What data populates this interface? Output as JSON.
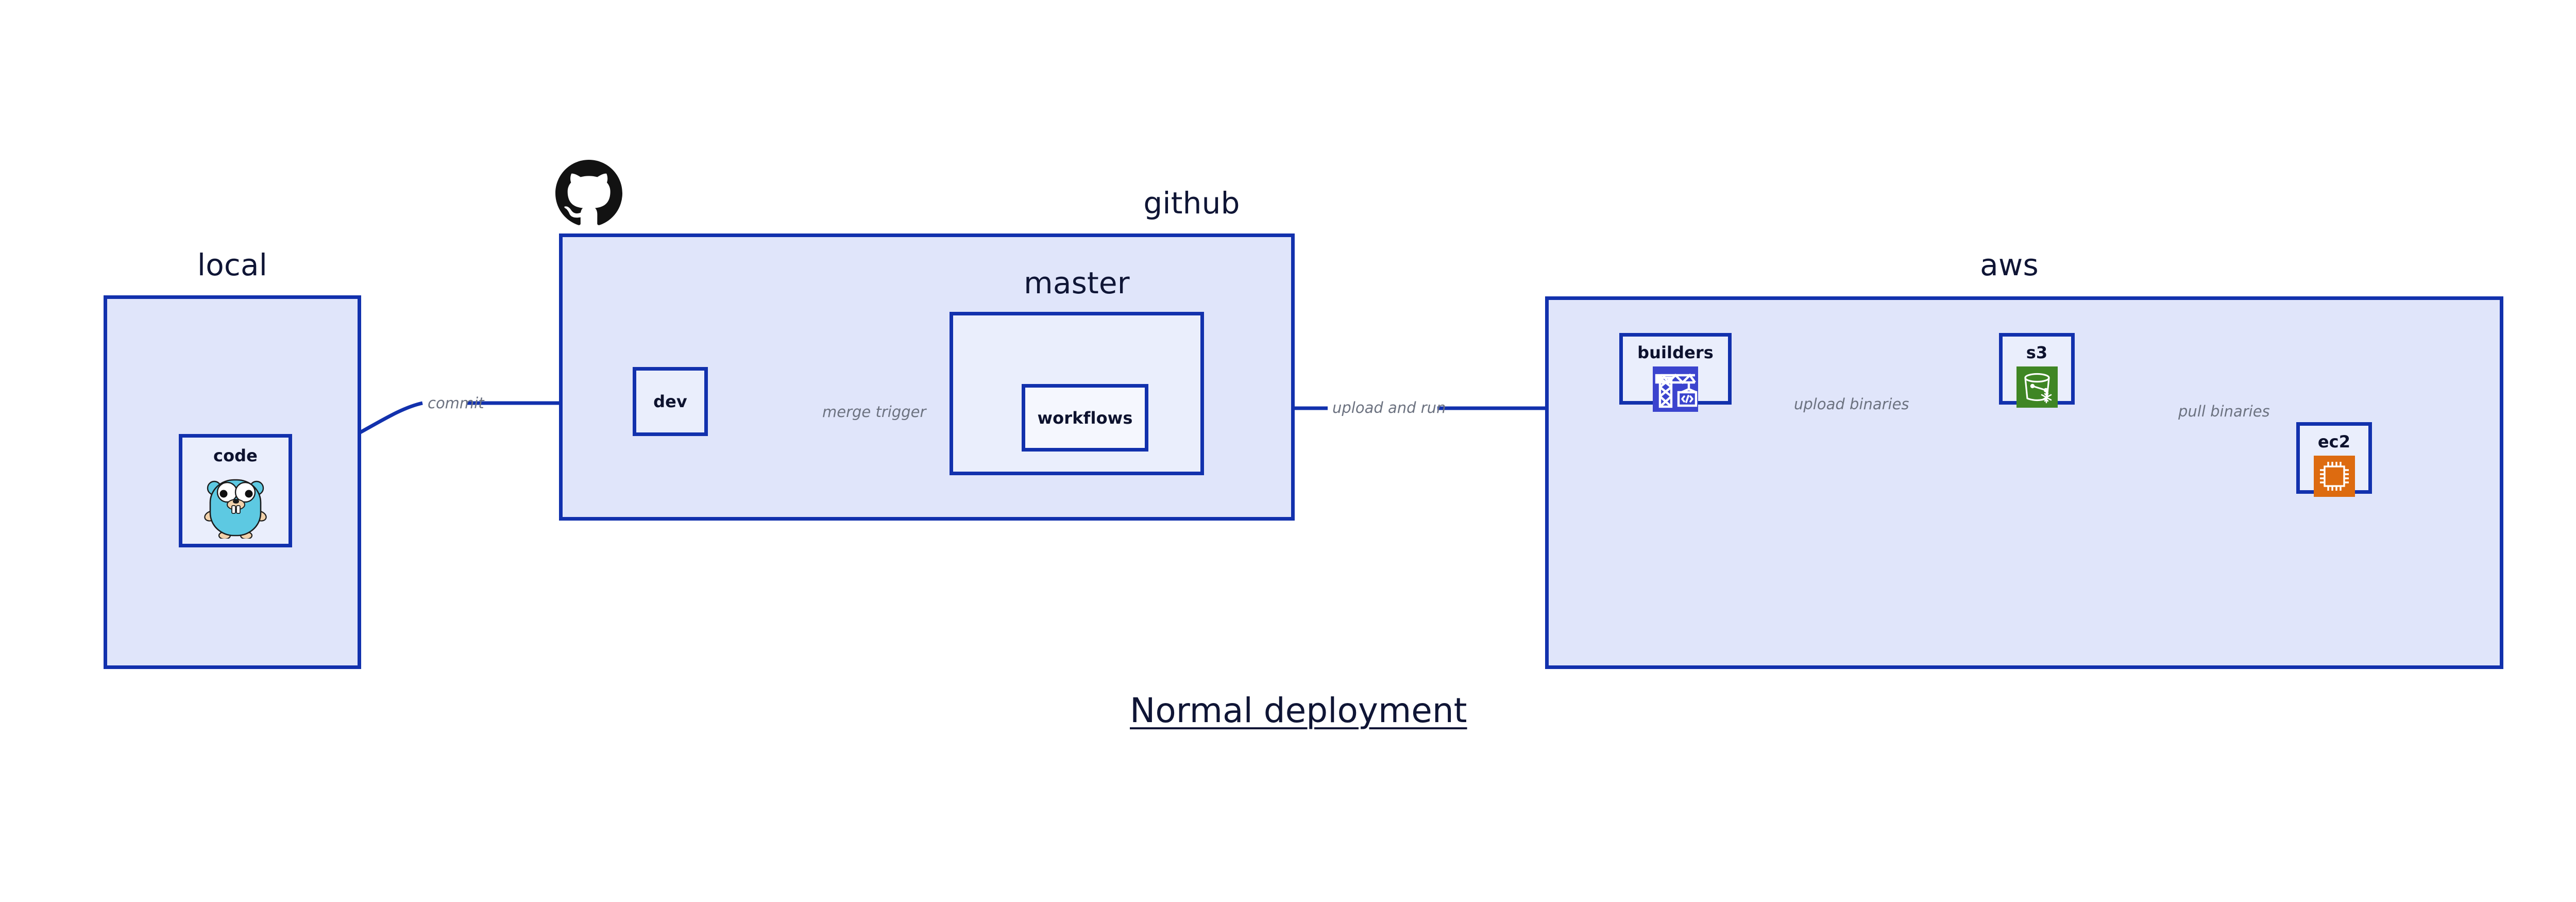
{
  "diagram": {
    "title": "Normal deployment",
    "accent_border": "#1231ad",
    "container_fill": "#e0e5fa",
    "node_fill": "#eaeefc",
    "edge_label_color": "#6c7280",
    "text_color": "#0f1535"
  },
  "groups": {
    "local": {
      "label": "local"
    },
    "github": {
      "label": "github"
    },
    "master": {
      "label": "master"
    },
    "aws": {
      "label": "aws"
    }
  },
  "nodes": {
    "code": {
      "label": "code",
      "icon": "go-gopher-icon"
    },
    "dev": {
      "label": "dev",
      "icon": "none"
    },
    "workflows": {
      "label": "workflows",
      "icon": "none"
    },
    "builders": {
      "label": "builders",
      "icon": "aws-builders-crane-icon",
      "icon_color": "#3b44ce"
    },
    "s3": {
      "label": "s3",
      "icon": "aws-s3-bucket-icon",
      "icon_color": "#3f8624"
    },
    "ec2": {
      "label": "ec2",
      "icon": "aws-ec2-chip-icon",
      "icon_color": "#dd6b10"
    }
  },
  "edges": [
    {
      "id": "commit",
      "label": "commit",
      "from": "code",
      "to": "dev"
    },
    {
      "id": "merge-trigger",
      "label": "merge trigger",
      "from": "dev",
      "to": "workflows"
    },
    {
      "id": "upload-and-run",
      "label": "upload and run",
      "from": "workflows",
      "to": "builders"
    },
    {
      "id": "upload-binaries",
      "label": "upload binaries",
      "from": "builders",
      "to": "s3"
    },
    {
      "id": "pull-binaries",
      "label": "pull binaries",
      "from": "s3",
      "to": "ec2"
    }
  ],
  "logos": {
    "github": "github-octocat-icon"
  }
}
